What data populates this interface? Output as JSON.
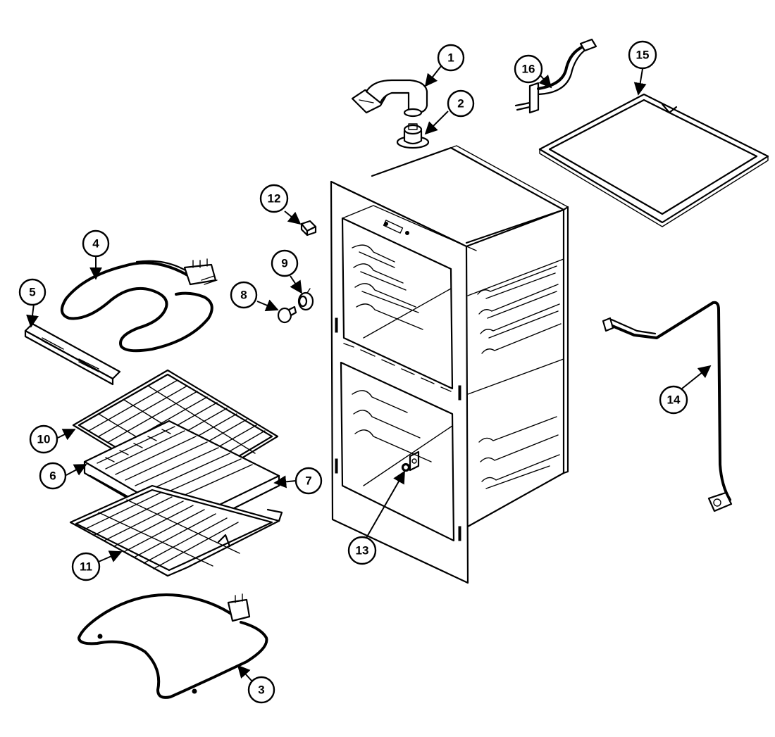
{
  "callouts": [
    {
      "id": "c1",
      "label": "1"
    },
    {
      "id": "c2",
      "label": "2"
    },
    {
      "id": "c3",
      "label": "3"
    },
    {
      "id": "c4",
      "label": "4"
    },
    {
      "id": "c5",
      "label": "5"
    },
    {
      "id": "c6",
      "label": "6"
    },
    {
      "id": "c7",
      "label": "7"
    },
    {
      "id": "c8",
      "label": "8"
    },
    {
      "id": "c9",
      "label": "9"
    },
    {
      "id": "c10",
      "label": "10"
    },
    {
      "id": "c11",
      "label": "11"
    },
    {
      "id": "c12",
      "label": "12"
    },
    {
      "id": "c13",
      "label": "13"
    },
    {
      "id": "c14",
      "label": "14"
    },
    {
      "id": "c15",
      "label": "15"
    },
    {
      "id": "c16",
      "label": "16"
    }
  ]
}
